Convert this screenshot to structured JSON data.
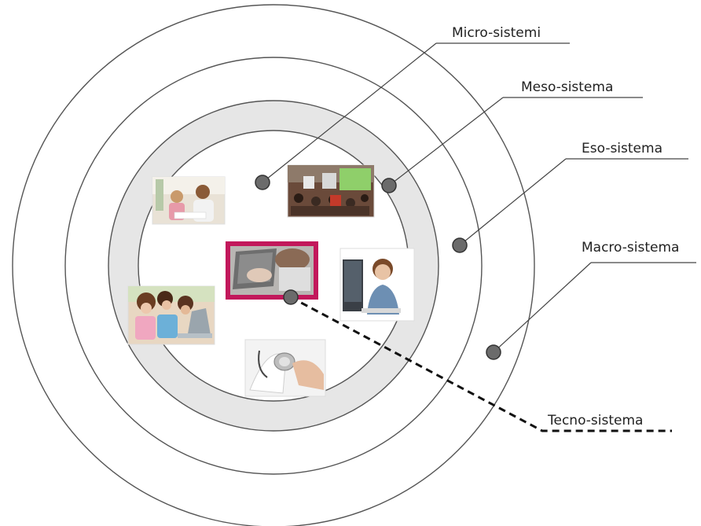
{
  "diagram": {
    "labels": {
      "micro": "Micro-sistemi",
      "meso": "Meso-sistema",
      "eso": "Eso-sistema",
      "macro": "Macro-sistema",
      "tecno": "Tecno-sistema"
    },
    "photos": [
      {
        "name": "photo-mother-child-reading",
        "icon": "family-photo"
      },
      {
        "name": "photo-classroom",
        "icon": "classroom-photo"
      },
      {
        "name": "photo-child-tablet",
        "icon": "tablet-photo"
      },
      {
        "name": "photo-woman-computer",
        "icon": "office-photo"
      },
      {
        "name": "photo-children-laptop",
        "icon": "children-laptop-photo"
      },
      {
        "name": "photo-doctor-stethoscope",
        "icon": "doctor-photo"
      }
    ],
    "colors": {
      "ring_stroke": "#555555",
      "band_fill": "#e6e6e6",
      "marker": "#6b6b6b",
      "highlight_frame": "#c2185b"
    }
  }
}
